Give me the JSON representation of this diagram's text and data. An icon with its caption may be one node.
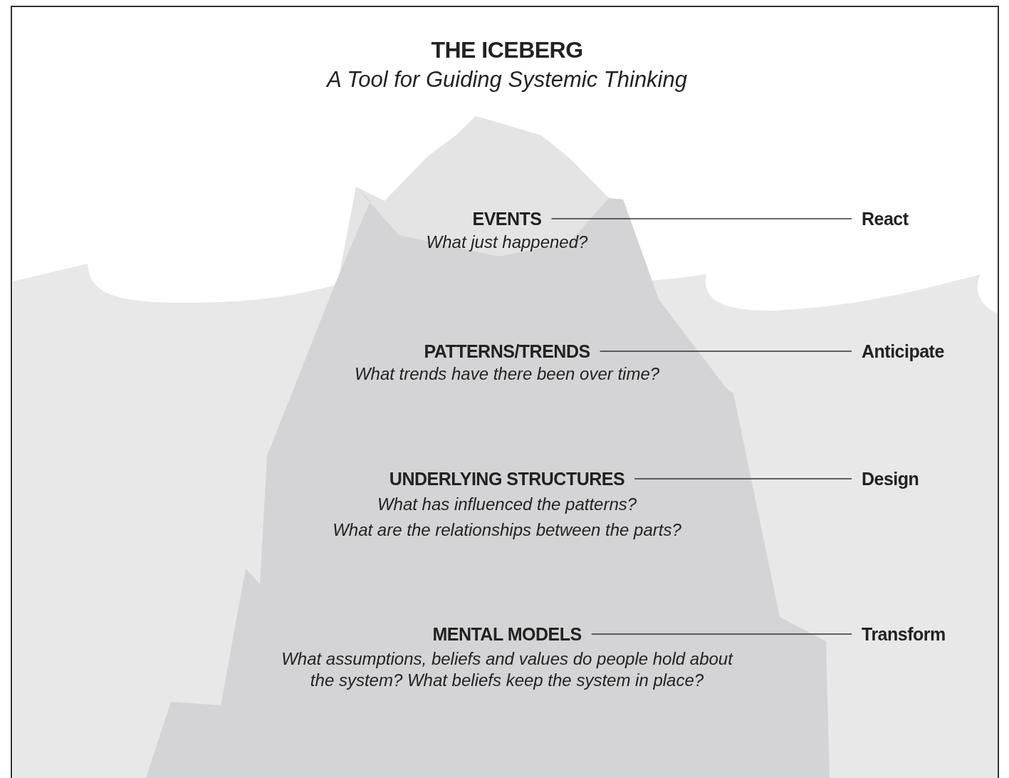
{
  "diagram": {
    "title": "THE ICEBERG",
    "nodes": [
      {
        "text": [
          "EVENTS"
        ],
        "beside": [
          "What just happened?"
        ]
      },
      {
        "text": [
          "React"
        ]
      },
      {
        "text": [
          "PATTERNS/TRENDS"
        ],
        "beside": [
          "What trends have there been over time?"
        ]
      },
      {
        "text": [
          "Anticipate"
        ]
      },
      {
        "text": [
          "UNDERLYING STRUCTURES"
        ],
        "beside": [
          "What has influenced the patterns?",
          "What are the relationships between the parts?"
        ]
      },
      {
        "text": [
          "Design"
        ]
      },
      {
        "text": [
          "MENTAL MODELS"
        ],
        "beside": [
          "What assumptions, beliefs and values do people hold about the system? What beliefs keep the system in place?"
        ]
      },
      {
        "text": [
          "Transform"
        ]
      }
    ],
    "edges": [
      {
        "from": 0,
        "to": 1,
        "arrow": "none"
      },
      {
        "from": 2,
        "to": 3,
        "arrow": "none"
      },
      {
        "from": 4,
        "to": 5,
        "arrow": "none"
      },
      {
        "from": 6,
        "to": 7,
        "arrow": "none"
      }
    ],
    "labels": [
      "A Tool for Guiding Systemic Thinking"
    ]
  }
}
